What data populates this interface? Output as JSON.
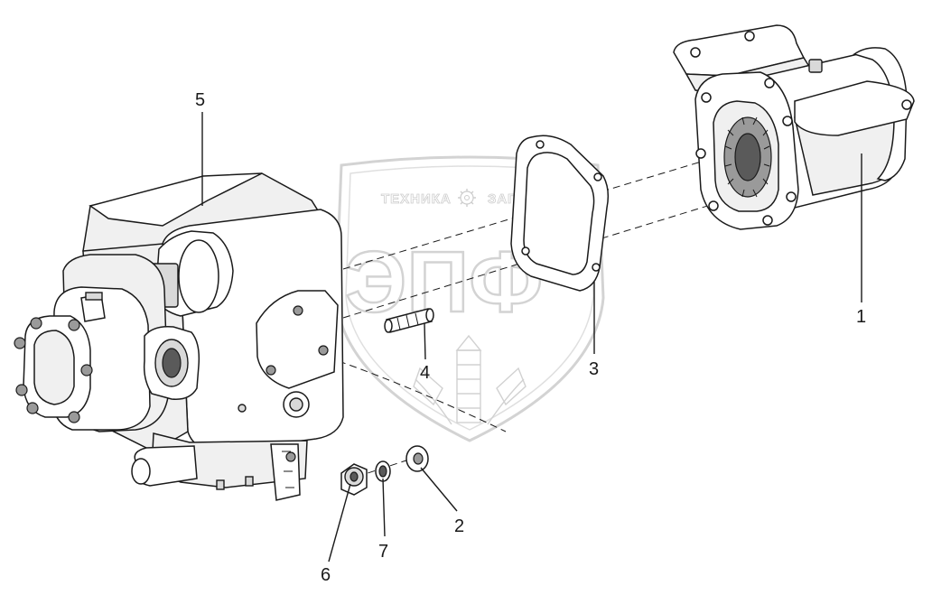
{
  "watermark": {
    "brand_left": "ТЕХНИКА",
    "brand_right": "ЗАПЧАСТИ",
    "monogram": "ЭПФ"
  },
  "callouts": [
    {
      "id": "1",
      "label": "1"
    },
    {
      "id": "2",
      "label": "2"
    },
    {
      "id": "3",
      "label": "3"
    },
    {
      "id": "4",
      "label": "4"
    },
    {
      "id": "5",
      "label": "5"
    },
    {
      "id": "6",
      "label": "6"
    },
    {
      "id": "7",
      "label": "7"
    }
  ],
  "colors": {
    "line": "#1a1a1a",
    "watermark": "#c8c8c8",
    "background": "#ffffff"
  }
}
